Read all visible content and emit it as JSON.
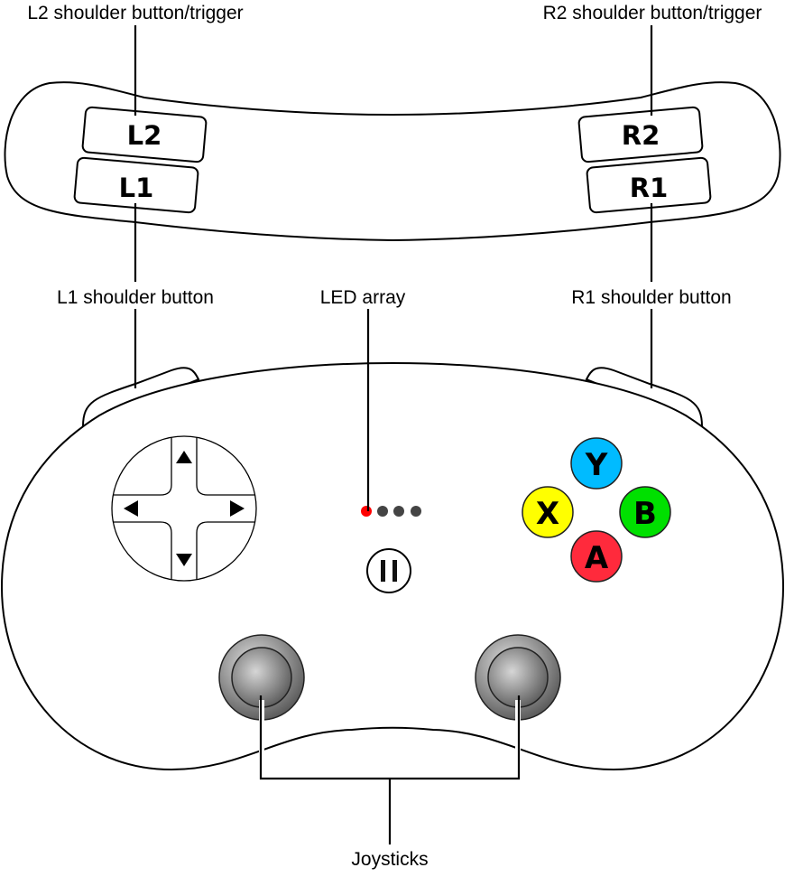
{
  "title": "Game controller diagram",
  "callouts": {
    "l2": "L2 shoulder button/trigger",
    "r2": "R2 shoulder button/trigger",
    "l1": "L1 shoulder button",
    "led": "LED array",
    "r1": "R1 shoulder button",
    "joysticks": "Joysticks"
  },
  "shoulder_buttons": {
    "l2": "L2",
    "l1": "L1",
    "r2": "R2",
    "r1": "R1"
  },
  "face_buttons": [
    {
      "id": "y",
      "label": "Y",
      "color": "#00BBFF"
    },
    {
      "id": "x",
      "label": "X",
      "color": "#FFFF00"
    },
    {
      "id": "b",
      "label": "B",
      "color": "#00E000"
    },
    {
      "id": "a",
      "label": "A",
      "color": "#FF2A3C"
    }
  ],
  "dpad": {
    "directions": [
      "up",
      "down",
      "left",
      "right"
    ]
  },
  "led_array": {
    "count": 4,
    "active_index": 0,
    "active_color": "#FF0000",
    "inactive_color": "#444444"
  },
  "pause_button": {
    "icon": "pause-icon"
  },
  "joysticks": [
    "left",
    "right"
  ]
}
